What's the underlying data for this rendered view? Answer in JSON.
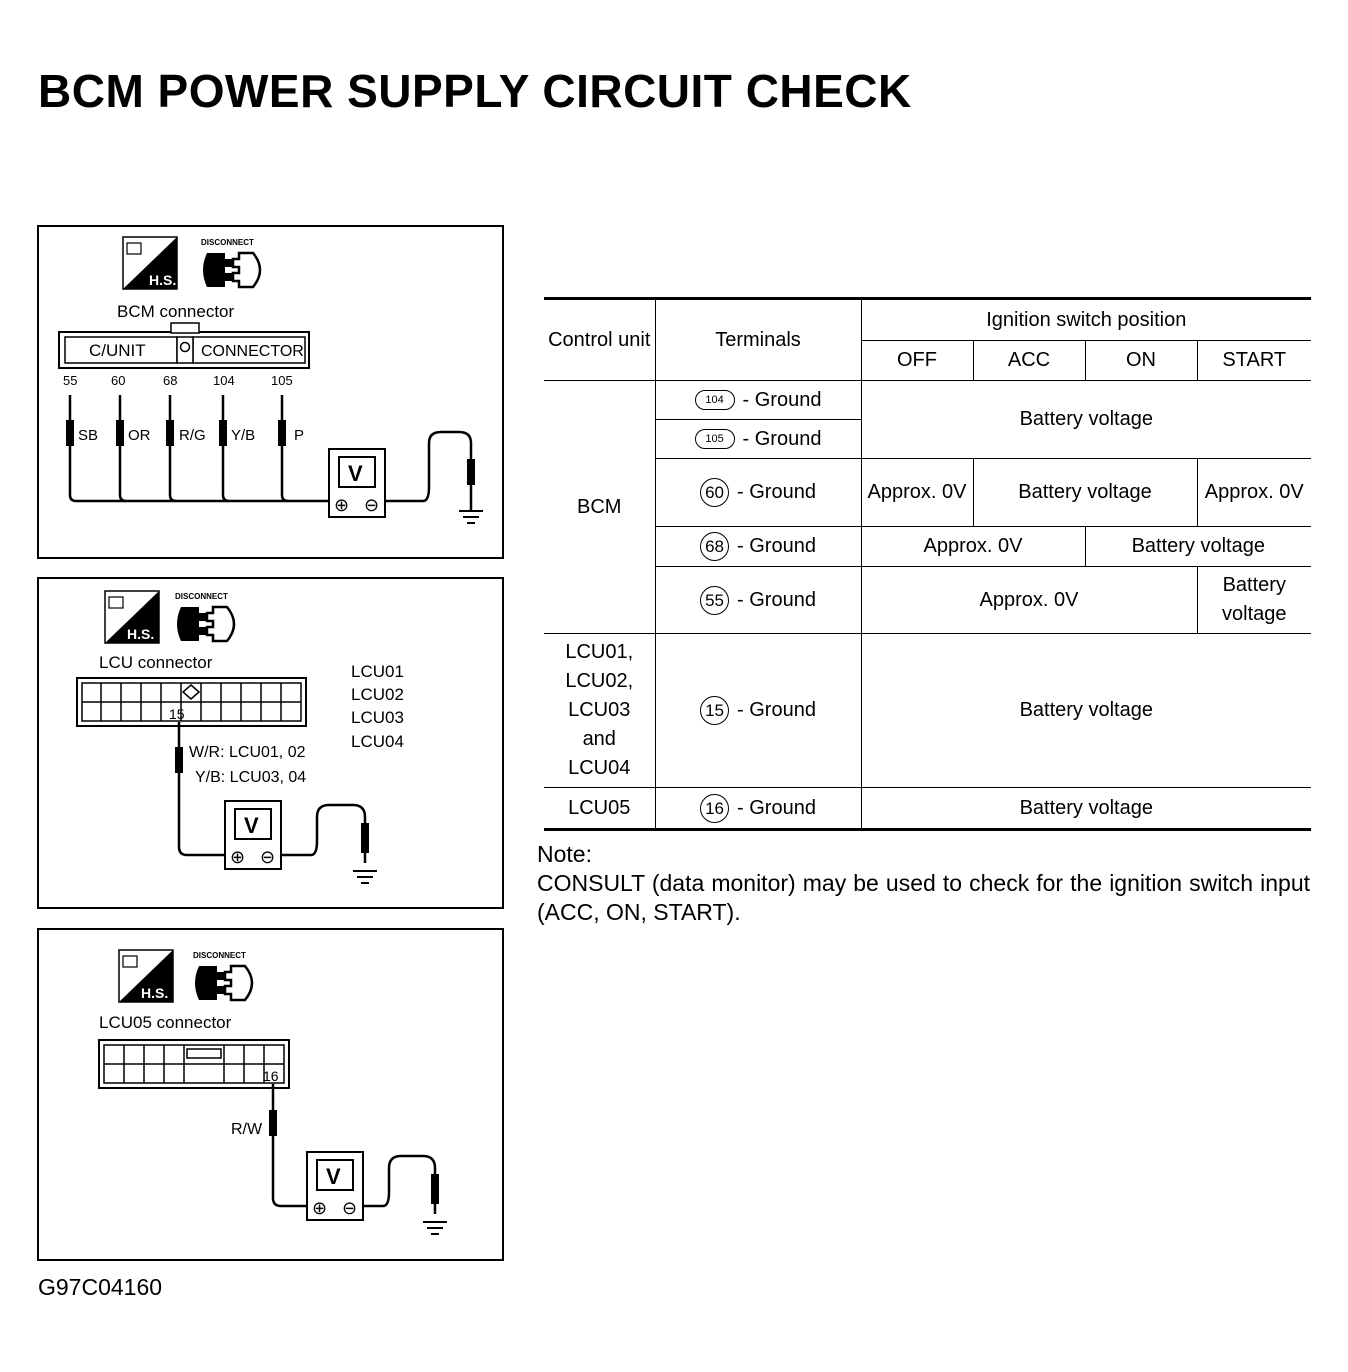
{
  "title": "BCM POWER SUPPLY CIRCUIT CHECK",
  "figure_id": "G97C04160",
  "panels": {
    "bcm": {
      "hs_label": "H.S.",
      "disconnect_label": "DISCONNECT",
      "connector_label": "BCM  connector",
      "cunit_label": "C/UNIT",
      "connector_box_label": "CONNECTOR",
      "pins": [
        "55",
        "60",
        "68",
        "104",
        "105"
      ],
      "wires": [
        "SB",
        "OR",
        "R/G",
        "Y/B",
        "P"
      ],
      "meter": "V",
      "meter_plus": "⊕",
      "meter_minus": "⊖"
    },
    "lcu": {
      "hs_label": "H.S.",
      "disconnect_label": "DISCONNECT",
      "connector_label": "LCU  connector",
      "units": [
        "LCU01",
        "LCU02",
        "LCU03",
        "LCU04"
      ],
      "pin": "15",
      "wire_1": "W/R: LCU01, 02",
      "wire_2": "Y/B: LCU03, 04",
      "meter": "V",
      "meter_plus": "⊕",
      "meter_minus": "⊖"
    },
    "lcu05": {
      "hs_label": "H.S.",
      "disconnect_label": "DISCONNECT",
      "connector_label": "LCU05  connector",
      "pin": "16",
      "wire": "R/W",
      "meter": "V",
      "meter_plus": "⊕",
      "meter_minus": "⊖"
    }
  },
  "table": {
    "headers": {
      "control_unit": "Control unit",
      "terminals": "Terminals",
      "ignition": "Ignition switch position",
      "positions": [
        "OFF",
        "ACC",
        "ON",
        "START"
      ]
    },
    "ground": "- Ground",
    "bcm_unit": "BCM",
    "rows": {
      "t104": {
        "terminal": "104",
        "value": "Battery voltage"
      },
      "t105": {
        "terminal": "105"
      },
      "t60": {
        "terminal": "60",
        "off": "Approx. 0V",
        "acc_on": "Battery voltage",
        "start": "Approx. 0V"
      },
      "t68": {
        "terminal": "68",
        "off_acc": "Approx. 0V",
        "on_start": "Battery voltage"
      },
      "t55": {
        "terminal": "55",
        "off_on": "Approx. 0V",
        "start": "Battery voltage"
      },
      "lcu01": {
        "unit": "LCU01, LCU02, LCU03 and LCU04",
        "terminal": "15",
        "value": "Battery voltage"
      },
      "lcu05": {
        "unit": "LCU05",
        "terminal": "16",
        "value": "Battery voltage"
      }
    }
  },
  "note": {
    "heading": "Note:",
    "text": "CONSULT (data monitor) may be used to check for the ignition switch input (ACC, ON, START)."
  }
}
